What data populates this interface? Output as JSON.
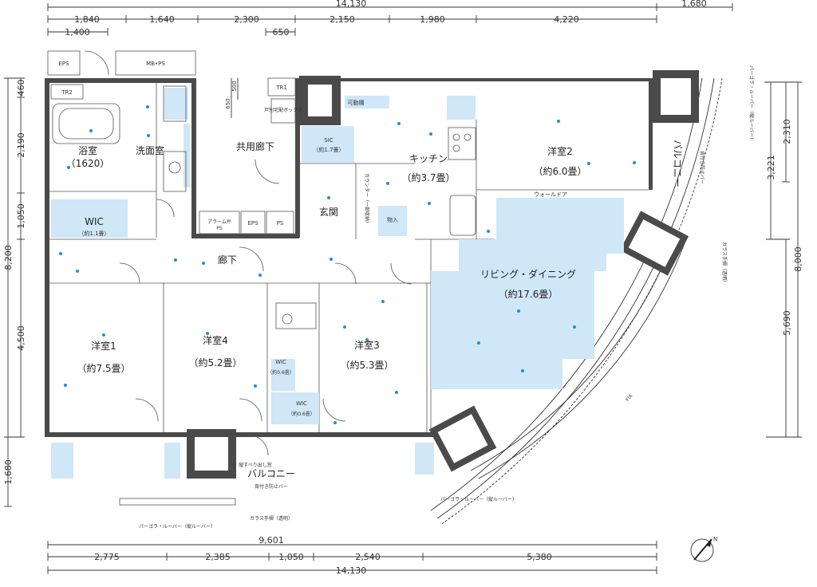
{
  "dims": {
    "top_total": "14,130",
    "top_right": "1,680",
    "top_segments": [
      "1,840",
      "1,640",
      "2,300",
      "2,150",
      "1,980",
      "4,220"
    ],
    "top_sub": [
      "1,400",
      "650"
    ],
    "left_segments": [
      "460",
      "2,190",
      "1,050",
      "4,500",
      "1,680"
    ],
    "left_total": "8,200",
    "entry_dims": [
      "650",
      "500"
    ],
    "bottom_mid": "9,601",
    "bottom_segments": [
      "2,775",
      "2,385",
      "1,050",
      "2,540",
      "5,380"
    ],
    "bottom_total": "14,130",
    "right_segments": [
      "2,310",
      "3,221",
      "5,690"
    ],
    "right_total": "8,000"
  },
  "rooms": {
    "bath": {
      "name": "浴室",
      "sub": "（1620）"
    },
    "washroom": {
      "name": "洗面室"
    },
    "wic1": {
      "name": "WIC",
      "sub": "（約1.1畳）"
    },
    "sic": {
      "name": "SIC",
      "sub": "（約1.7畳）"
    },
    "kitchen": {
      "name": "キッチン",
      "sub": "（約3.7畳）"
    },
    "western2": {
      "name": "洋室2",
      "sub": "（約6.0畳）"
    },
    "hallway_shared": {
      "name": "共用廊下"
    },
    "entrance": {
      "name": "玄関"
    },
    "corridor": {
      "name": "廊下"
    },
    "living": {
      "name": "リビング・ダイニング",
      "sub": "（約17.6畳）"
    },
    "western1": {
      "name": "洋室1",
      "sub": "（約7.5畳）"
    },
    "western4": {
      "name": "洋室4",
      "sub": "（約5.2畳）"
    },
    "western3": {
      "name": "洋室3",
      "sub": "（約5.3畳）"
    },
    "wic2": {
      "name": "WIC",
      "sub": "（約0.6畳）"
    },
    "wic3": {
      "name": "WIC",
      "sub": "（約0.6畳）"
    },
    "balcony_bottom": {
      "name": "バルコニー"
    },
    "balcony_right": {
      "name": "バルコニー"
    }
  },
  "labels": {
    "eps1": "EPS",
    "mbps": "MB•PS",
    "tr1": "TR1",
    "tr2": "TR2",
    "alarm": "アラーム弁",
    "ps_small": "PS",
    "eps2": "EPS",
    "ps2": "PS",
    "meter_box": "戸別宅配ボックス",
    "shelf": "可動棚",
    "counter": "カウンター（一部収納）",
    "storage": "物入",
    "walldoor": "ウォールドア",
    "glass_rail": "ガラス手摺（透明）",
    "pergola_bottom": "パーゴラ・ルーバー（縦ルーバー）",
    "pergola_right": "パーゴラ・ルーバー（縦ルーバー）",
    "pergola_right2": "パーゴラ・ルーバー（縦ルーバー）",
    "glass_right": "ガラス手摺（透明）",
    "fall_guard": "背付き防止バー",
    "fall_guard_right": "背付き防止バー",
    "rail_note": "縦すべり出し窓",
    "fix": "FIX",
    "compass": "N"
  }
}
